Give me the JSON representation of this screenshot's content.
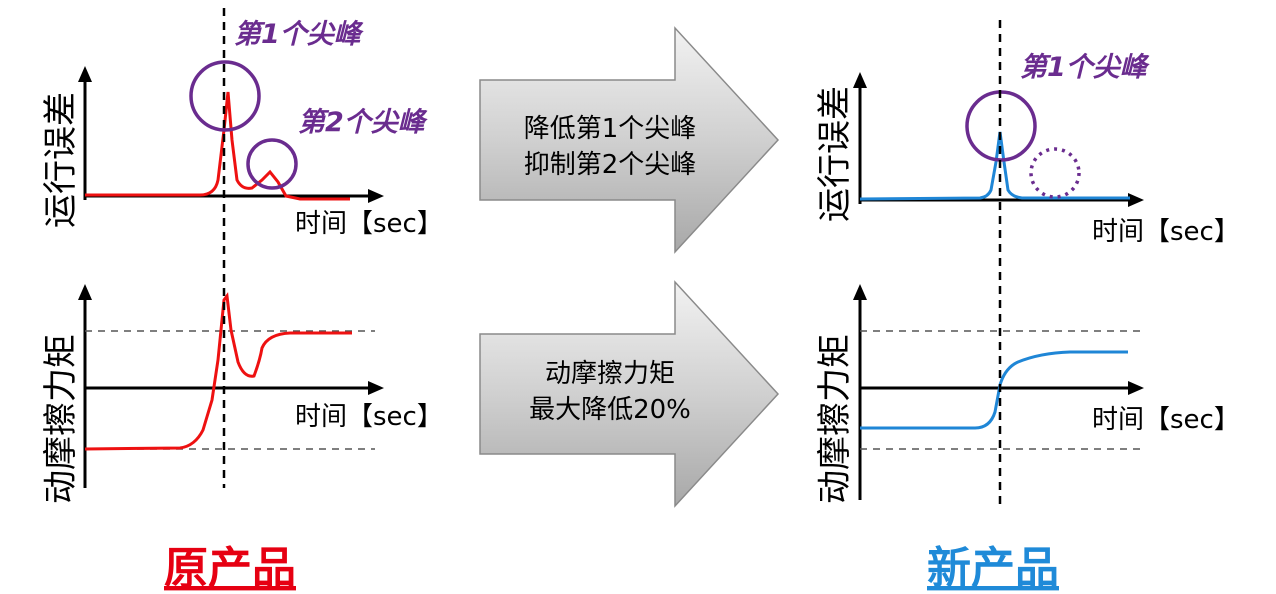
{
  "labels": {
    "y_error": "运行误差",
    "y_friction": "动摩擦力矩",
    "x_time": "时间【sec】",
    "peak1": "第1个尖峰",
    "peak2": "第2个尖峰"
  },
  "arrows": [
    {
      "line1": "降低第1个尖峰",
      "line2": "抑制第2个尖峰"
    },
    {
      "line1": "动摩擦力矩",
      "line2": "最大降低20%"
    }
  ],
  "products": {
    "old": "原产品",
    "new": "新产品"
  },
  "colors": {
    "old_curve": "#ee1111",
    "new_curve": "#1f86d6",
    "annotation": "#6a2c8f",
    "old_title": "#e60012",
    "new_title": "#1f8ad8",
    "arrow_fill": "#c8c8c8"
  }
}
